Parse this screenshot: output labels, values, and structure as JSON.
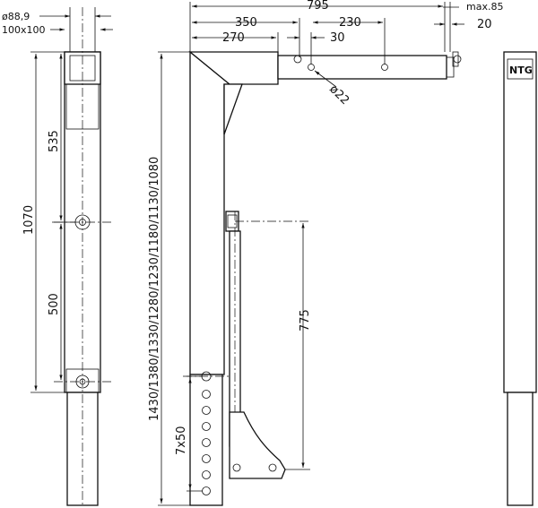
{
  "front_view": {
    "pipe_diameter": "ø88,9",
    "profile_size": "100x100",
    "dim_top_section": "535",
    "dim_bottom_section": "500",
    "dim_total": "1070"
  },
  "side_view": {
    "dim_overall_width": "795",
    "dim_max_extension": "max.85",
    "dim_350": "350",
    "dim_230": "230",
    "dim_20": "20",
    "dim_270": "270",
    "dim_30": "30",
    "hole_diameter": "ø22",
    "height_options": "1430/1380/1330/1280/1230/1180/1130/1080",
    "hole_spacing": "7x50",
    "dim_775": "775"
  },
  "end_view": {
    "logo": "NTG"
  }
}
